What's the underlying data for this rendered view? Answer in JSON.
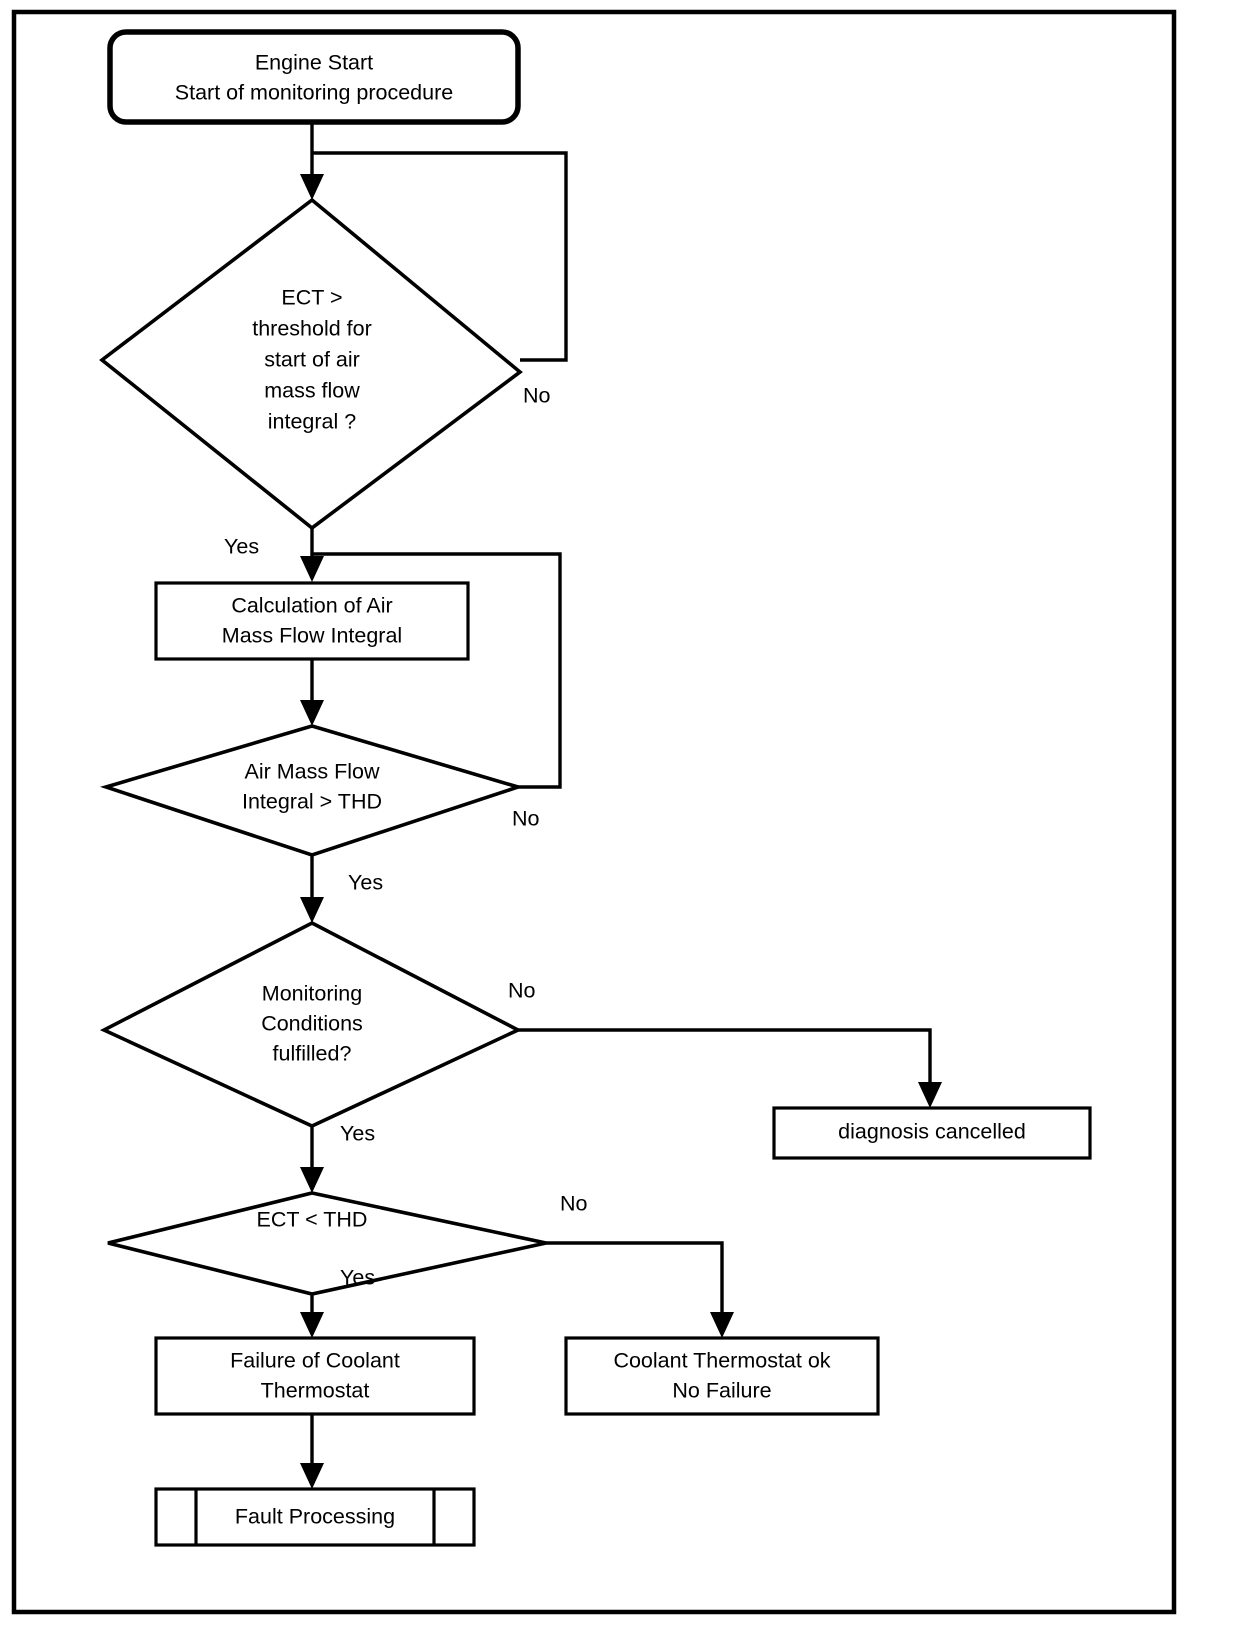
{
  "diagram": {
    "title": "Coolant Thermostat Monitoring Procedure Flowchart",
    "frame": {
      "stroke_color": "#000000"
    },
    "nodes": {
      "start": {
        "id": "engine-start",
        "shape": "rounded-terminator",
        "line1": "Engine Start",
        "line2": "Start of monitoring procedure"
      },
      "decision_ect_threshold": {
        "id": "ect-threshold-decision",
        "shape": "diamond",
        "line1": "ECT >",
        "line2": "threshold for",
        "line3": "start of air",
        "line4": "mass flow",
        "line5": "integral ?"
      },
      "process_calculation": {
        "id": "calculation-air-mass-flow",
        "shape": "process",
        "line1": "Calculation of Air",
        "line2": "Mass Flow Integral"
      },
      "decision_integral_thd": {
        "id": "air-mass-flow-integral-decision",
        "shape": "diamond",
        "line1": "Air Mass Flow",
        "line2": "Integral > THD"
      },
      "decision_monitoring": {
        "id": "monitoring-conditions-decision",
        "shape": "diamond",
        "line1": "Monitoring",
        "line2": "Conditions",
        "line3": "fulfilled?"
      },
      "diagnosis_cancelled": {
        "id": "diagnosis-cancelled",
        "shape": "process",
        "line1": "diagnosis cancelled"
      },
      "decision_ect_thd": {
        "id": "ect-less-than-thd-decision",
        "shape": "diamond",
        "line1": "ECT < THD"
      },
      "failure_coolant": {
        "id": "failure-of-coolant-thermostat",
        "shape": "process",
        "line1": "Failure of Coolant",
        "line2": "Thermostat"
      },
      "thermostat_ok": {
        "id": "coolant-thermostat-ok",
        "shape": "process",
        "line1": "Coolant Thermostat ok",
        "line2": "No Failure"
      },
      "fault_processing": {
        "id": "fault-processing",
        "shape": "predefined-process",
        "line1": "Fault Processing"
      }
    },
    "edge_labels": {
      "ect_threshold_no": "No",
      "ect_threshold_yes": "Yes",
      "integral_thd_no": "No",
      "integral_thd_yes": "Yes",
      "monitoring_no": "No",
      "monitoring_yes": "Yes",
      "ect_thd_no": "No",
      "ect_thd_yes": "Yes"
    }
  },
  "chart_data": {
    "type": "diagram",
    "subtype": "flowchart",
    "title": "Coolant Thermostat Monitoring Procedure",
    "nodes": [
      {
        "id": "engine-start",
        "type": "terminator",
        "text": "Engine Start / Start of monitoring procedure"
      },
      {
        "id": "ect-threshold-decision",
        "type": "decision",
        "text": "ECT > threshold for start of air mass flow integral ?"
      },
      {
        "id": "calculation-air-mass-flow",
        "type": "process",
        "text": "Calculation of Air Mass Flow Integral"
      },
      {
        "id": "air-mass-flow-integral-decision",
        "type": "decision",
        "text": "Air Mass Flow Integral > THD"
      },
      {
        "id": "monitoring-conditions-decision",
        "type": "decision",
        "text": "Monitoring Conditions fulfilled?"
      },
      {
        "id": "diagnosis-cancelled",
        "type": "process",
        "text": "diagnosis cancelled"
      },
      {
        "id": "ect-less-than-thd-decision",
        "type": "decision",
        "text": "ECT < THD"
      },
      {
        "id": "failure-of-coolant-thermostat",
        "type": "process",
        "text": "Failure of Coolant Thermostat"
      },
      {
        "id": "coolant-thermostat-ok",
        "type": "process",
        "text": "Coolant Thermostat ok No Failure"
      },
      {
        "id": "fault-processing",
        "type": "predefined-process",
        "text": "Fault Processing"
      }
    ],
    "edges": [
      {
        "from": "engine-start",
        "to": "ect-threshold-decision",
        "label": ""
      },
      {
        "from": "ect-threshold-decision",
        "to": "ect-threshold-decision",
        "label": "No"
      },
      {
        "from": "ect-threshold-decision",
        "to": "calculation-air-mass-flow",
        "label": "Yes"
      },
      {
        "from": "calculation-air-mass-flow",
        "to": "air-mass-flow-integral-decision",
        "label": ""
      },
      {
        "from": "air-mass-flow-integral-decision",
        "to": "calculation-air-mass-flow",
        "label": "No"
      },
      {
        "from": "air-mass-flow-integral-decision",
        "to": "monitoring-conditions-decision",
        "label": "Yes"
      },
      {
        "from": "monitoring-conditions-decision",
        "to": "diagnosis-cancelled",
        "label": "No"
      },
      {
        "from": "monitoring-conditions-decision",
        "to": "ect-less-than-thd-decision",
        "label": "Yes"
      },
      {
        "from": "ect-less-than-thd-decision",
        "to": "coolant-thermostat-ok",
        "label": "No"
      },
      {
        "from": "ect-less-than-thd-decision",
        "to": "failure-of-coolant-thermostat",
        "label": "Yes"
      },
      {
        "from": "failure-of-coolant-thermostat",
        "to": "fault-processing",
        "label": ""
      }
    ]
  }
}
